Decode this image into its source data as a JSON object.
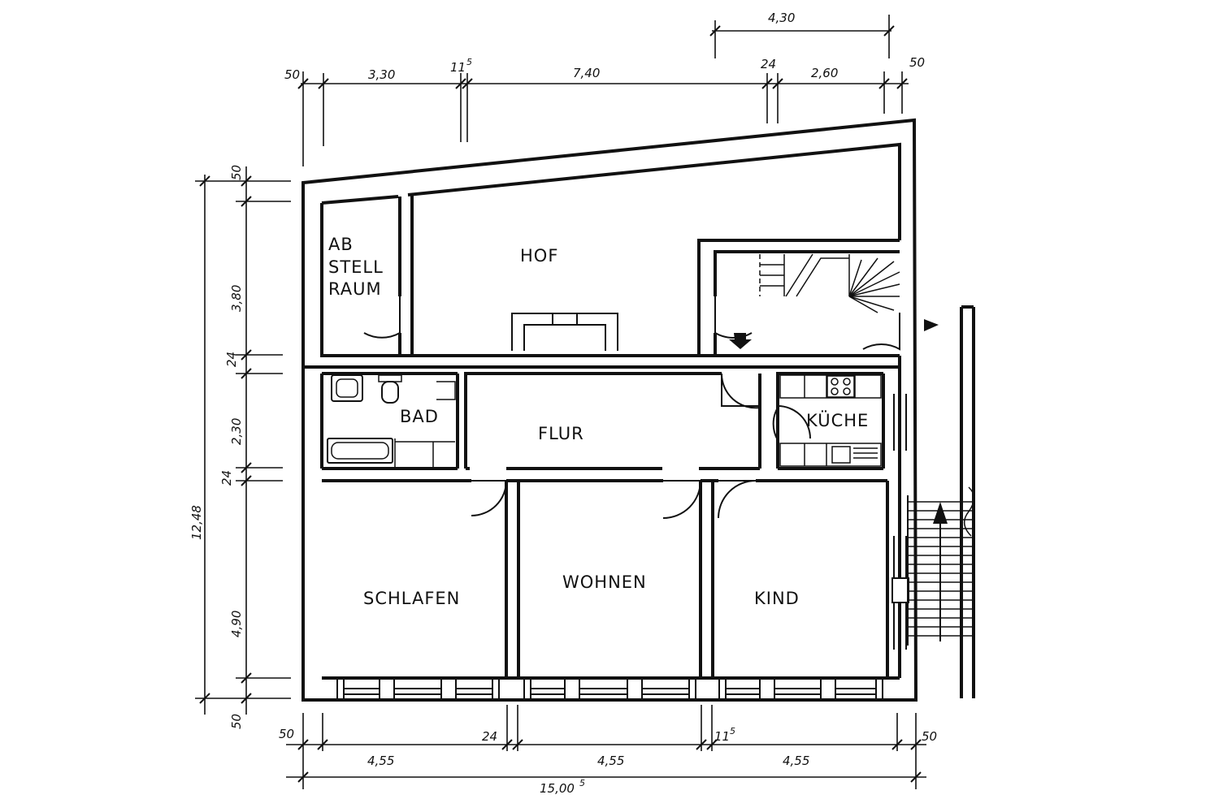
{
  "plan": {
    "rooms": {
      "abstellraum": [
        "AB",
        "STELL",
        "RAUM"
      ],
      "hof": "HOF",
      "bad": "BAD",
      "flur": "FLUR",
      "kueche": "KÜCHE",
      "schlafen": "SCHLAFEN",
      "wohnen": "WOHNEN",
      "kind": "KIND"
    },
    "dimensions": {
      "top": {
        "d1": "50",
        "d2": "3,30",
        "d3": "11",
        "d3_sup": "5",
        "d4": "7,40",
        "d5": "24",
        "d6": "2,60",
        "d7": "50",
        "overall_right": "4,30"
      },
      "left": {
        "d1": "50",
        "d2": "3,80",
        "d3": "24",
        "d4": "2,30",
        "d5": "24",
        "d6": "4,90",
        "d7": "50",
        "overall": "12,48"
      },
      "bottom": {
        "d1": "50",
        "d2": "24",
        "d3": "11",
        "d3_sup": "5",
        "d4": "50",
        "w1": "4,55",
        "w2": "4,55",
        "w3": "4,55",
        "overall": "15,00",
        "overall_sup": "5"
      }
    }
  }
}
